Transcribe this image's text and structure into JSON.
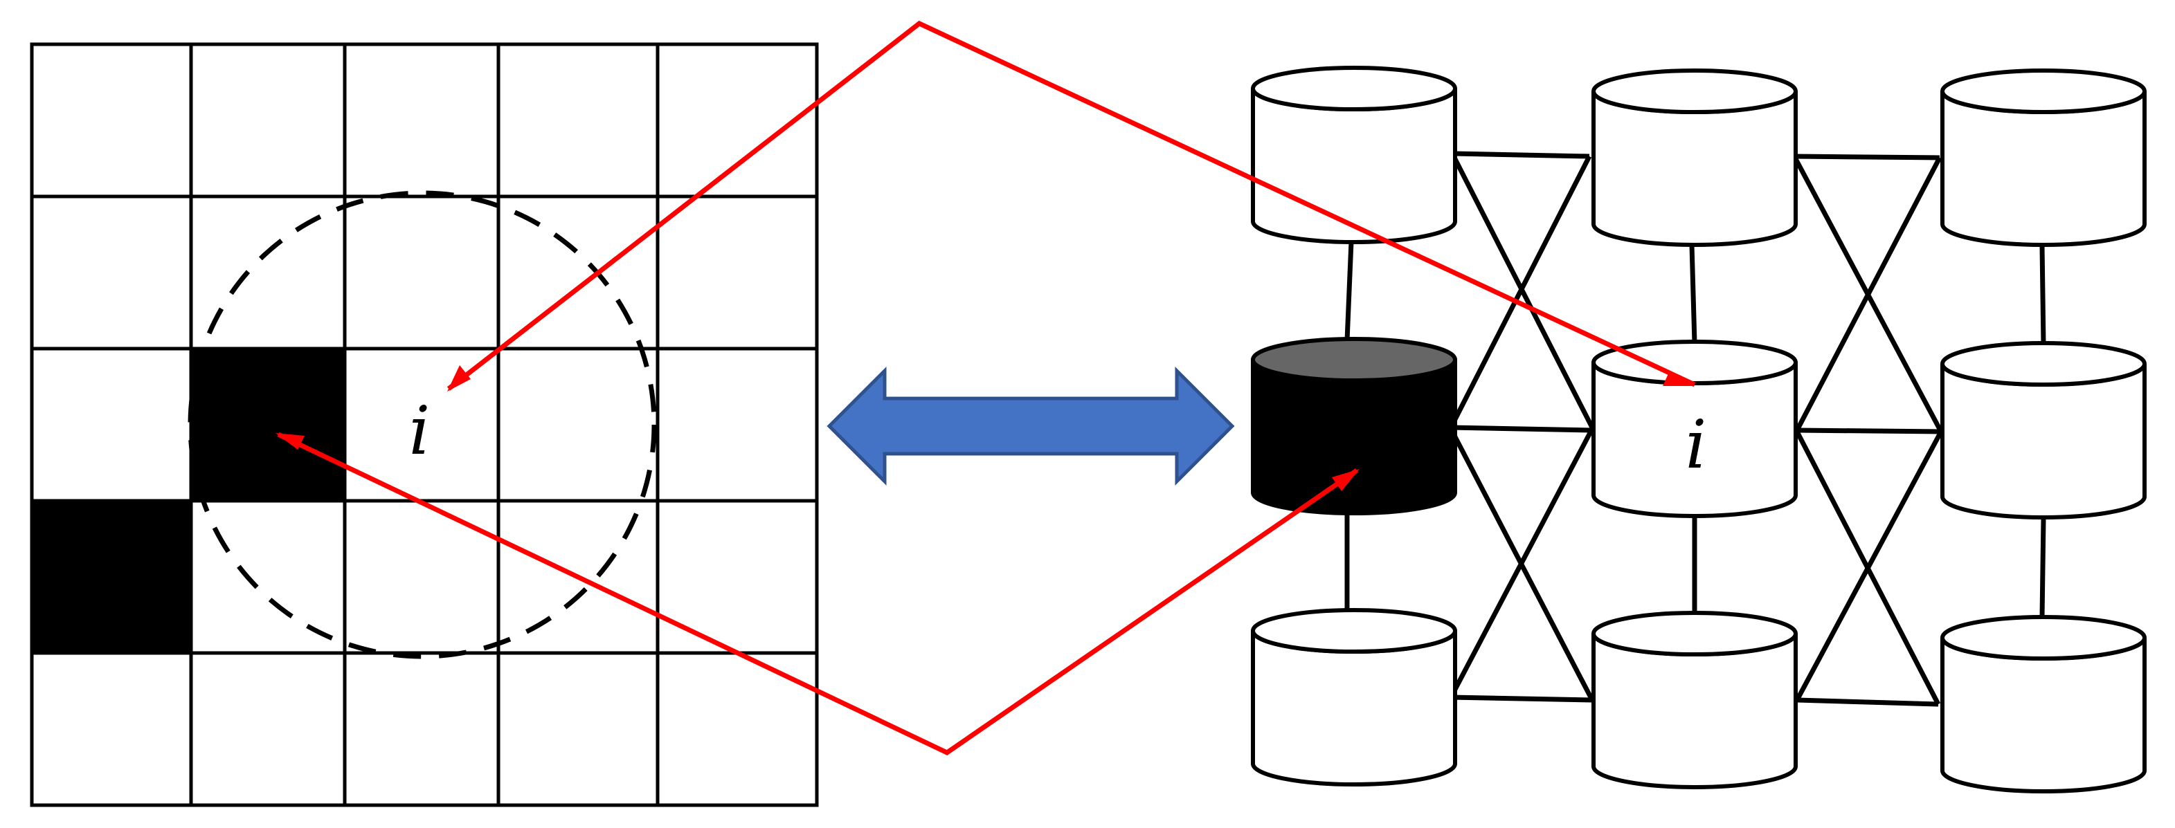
{
  "grid": {
    "rows": 5,
    "cols": 5,
    "filled_cells": [
      [
        2,
        1
      ],
      [
        3,
        0
      ]
    ],
    "center_label": "i"
  },
  "network": {
    "rows": 3,
    "cols": 3,
    "dark_node": [
      1,
      0
    ],
    "labeled_node": [
      1,
      1
    ],
    "node_label": "i"
  },
  "colors": {
    "red_arrow": "#ff0000",
    "double_arrow_fill": "#4472c4",
    "double_arrow_stroke": "#2f528f",
    "dark_node_body": "#000000",
    "dark_node_top": "#666666",
    "lines": "#000000"
  }
}
